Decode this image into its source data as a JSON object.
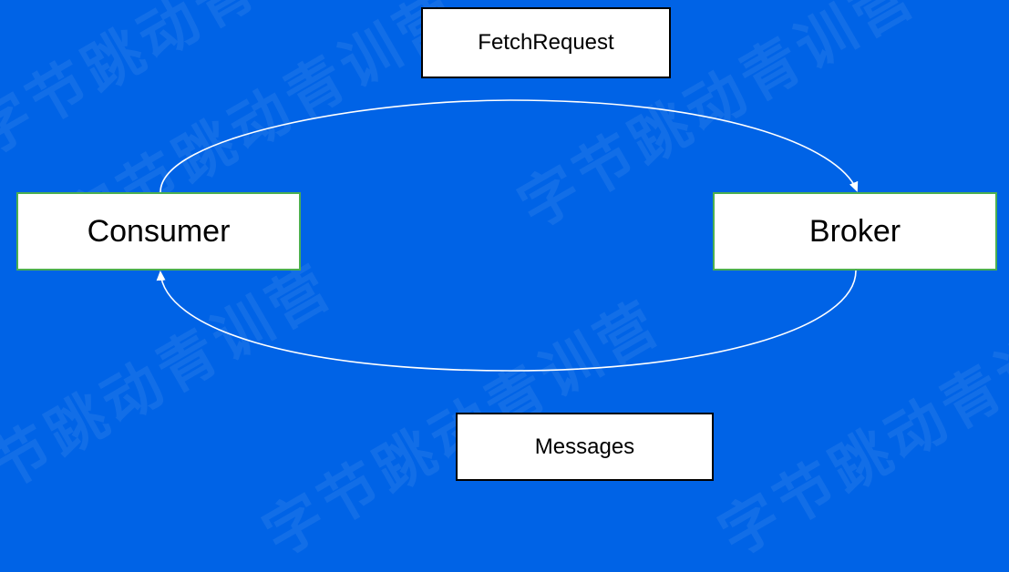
{
  "nodes": {
    "fetch_request": "FetchRequest",
    "consumer": "Consumer",
    "broker": "Broker",
    "messages": "Messages"
  },
  "watermark": "字节跳动青训营",
  "colors": {
    "background": "#0063E6",
    "box_fill": "#FFFFFF",
    "arrow": "#FFFFFF",
    "node_border": "#4CAF50"
  }
}
